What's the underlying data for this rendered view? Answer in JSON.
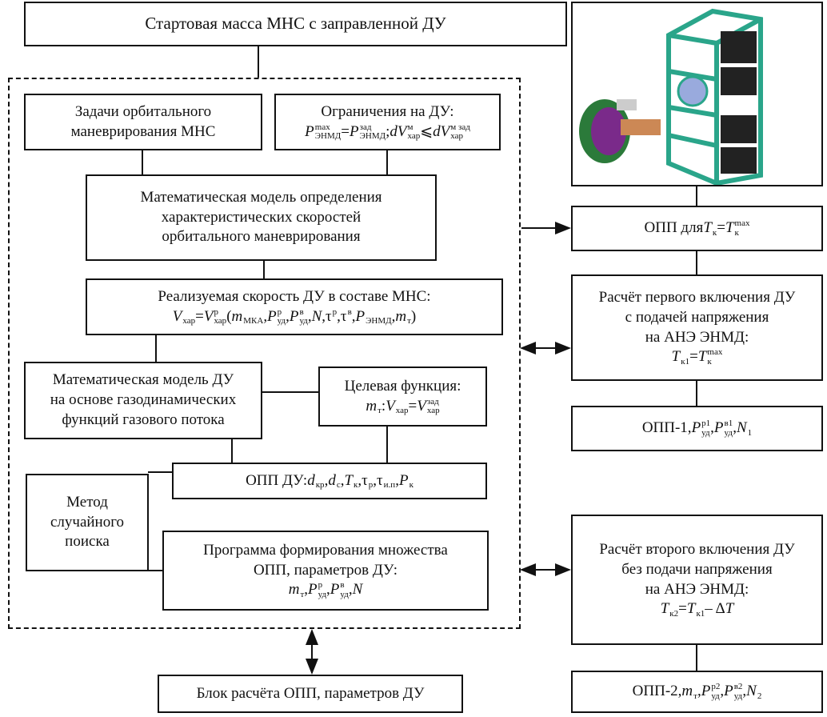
{
  "top_box": "Стартовая масса МНС с заправленной ДУ",
  "tasks_box": [
    "Задачи орбитального",
    "маневрирования МНС"
  ],
  "constraints_box": {
    "title": "Ограничения на ДУ:",
    "formula": [
      {
        "t": "P",
        "i": true,
        "sup": "max",
        "sub": "ЭНМД"
      },
      {
        "t": " = "
      },
      {
        "t": "P",
        "i": true,
        "sup": "зад",
        "sub": "ЭНМД"
      },
      {
        "t": "; "
      },
      {
        "t": "dV",
        "i": true,
        "sup": "м",
        "sub": "хар"
      },
      {
        "t": " ⩽ "
      },
      {
        "t": "dV",
        "i": true,
        "sup": "м зад",
        "sub": "хар"
      }
    ]
  },
  "math_model_box": [
    "Математическая модель определения",
    "характеристических скоростей",
    "орбитального маневрирования"
  ],
  "velocity_box": {
    "title": "Реализуемая скорость ДУ в составе МНС:",
    "formula": [
      {
        "t": "V",
        "i": true,
        "sub": "хар"
      },
      {
        "t": " = "
      },
      {
        "t": "V",
        "i": true,
        "sup": "р",
        "sub": "хар"
      },
      {
        "t": "("
      },
      {
        "t": "m",
        "i": true,
        "sub": "МКА"
      },
      {
        "t": ", "
      },
      {
        "t": "P",
        "i": true,
        "sup": "р",
        "sub": "уд"
      },
      {
        "t": ", "
      },
      {
        "t": "P",
        "i": true,
        "sup": "в",
        "sub": "уд"
      },
      {
        "t": ", "
      },
      {
        "t": "N",
        "i": true
      },
      {
        "t": ", "
      },
      {
        "t": "τ",
        "sup": "р"
      },
      {
        "t": ", "
      },
      {
        "t": "τ",
        "sup": "в"
      },
      {
        "t": ", "
      },
      {
        "t": "P",
        "i": true,
        "sub": "ЭНМД"
      },
      {
        "t": ", "
      },
      {
        "t": "m",
        "i": true,
        "sub": "т"
      },
      {
        "t": ")"
      }
    ]
  },
  "engine_model_box": [
    "Математическая модель ДУ",
    "на основе газодинамических",
    "функций газового потока"
  ],
  "objective_box": {
    "title": "Целевая функция:",
    "formula": [
      {
        "t": "m",
        "i": true,
        "sub": "т"
      },
      {
        "t": ": "
      },
      {
        "t": "V",
        "i": true,
        "sub": "хар"
      },
      {
        "t": " = "
      },
      {
        "t": "V",
        "i": true,
        "sup": "зад",
        "sub": "хар"
      }
    ]
  },
  "opp_du_box": {
    "formula": [
      {
        "t": "ОПП ДУ: "
      },
      {
        "t": "d",
        "i": true,
        "sub": "кр"
      },
      {
        "t": ", "
      },
      {
        "t": "d",
        "i": true,
        "sub": "с"
      },
      {
        "t": ", "
      },
      {
        "t": "T",
        "i": true,
        "sub": "к"
      },
      {
        "t": ", "
      },
      {
        "t": "τ",
        "sub": "р"
      },
      {
        "t": ", "
      },
      {
        "t": "τ",
        "sub": "и.п"
      },
      {
        "t": ", "
      },
      {
        "t": "P",
        "i": true,
        "sub": "к"
      }
    ]
  },
  "random_search_box": [
    "Метод",
    "случайного",
    "поиска"
  ],
  "program_box": {
    "lines": [
      "Программа формирования множества",
      "ОПП, параметров ДУ:"
    ],
    "formula": [
      {
        "t": "m",
        "i": true,
        "sub": "т"
      },
      {
        "t": ", "
      },
      {
        "t": "P",
        "i": true,
        "sup": "р",
        "sub": "уд"
      },
      {
        "t": ", "
      },
      {
        "t": "P",
        "i": true,
        "sup": "в",
        "sub": "уд"
      },
      {
        "t": ", "
      },
      {
        "t": "N",
        "i": true
      }
    ]
  },
  "calc_block_box": "Блок расчёта ОПП, параметров ДУ",
  "opp_tk_box": {
    "formula": [
      {
        "t": "ОПП для "
      },
      {
        "t": "T",
        "i": true,
        "sub": "к"
      },
      {
        "t": " = "
      },
      {
        "t": "T",
        "i": true,
        "sup": "max",
        "sub": "к"
      }
    ]
  },
  "first_burn_box": {
    "lines": [
      "Расчёт первого включения ДУ",
      "с подачей напряжения",
      "на АНЭ ЭНМД:"
    ],
    "formula": [
      {
        "t": "T",
        "i": true,
        "sub": "к1"
      },
      {
        "t": " = "
      },
      {
        "t": "T",
        "i": true,
        "sup": "max",
        "sub": "к"
      }
    ]
  },
  "opp1_box": {
    "formula": [
      {
        "t": "ОПП-1, "
      },
      {
        "t": "P",
        "i": true,
        "sup": "р1",
        "sub": "уд"
      },
      {
        "t": ", "
      },
      {
        "t": "P",
        "i": true,
        "sup": "в1",
        "sub": "уд"
      },
      {
        "t": ", "
      },
      {
        "t": "N",
        "i": true,
        "sub": "1"
      }
    ]
  },
  "second_burn_box": {
    "lines": [
      "Расчёт второго включения ДУ",
      "без подачи напряжения",
      "на АНЭ ЭНМД:"
    ],
    "formula": [
      {
        "t": "T",
        "i": true,
        "sub": "к2"
      },
      {
        "t": " = "
      },
      {
        "t": "T",
        "i": true,
        "sub": "к1"
      },
      {
        "t": " – Δ"
      },
      {
        "t": "T",
        "i": true
      }
    ]
  },
  "opp2_box": {
    "formula": [
      {
        "t": "ОПП-2, "
      },
      {
        "t": "m",
        "i": true,
        "sub": "т"
      },
      {
        "t": ", "
      },
      {
        "t": "P",
        "i": true,
        "sup": "р2",
        "sub": "уд"
      },
      {
        "t": ", "
      },
      {
        "t": "P",
        "i": true,
        "sup": "в2",
        "sub": "уд"
      },
      {
        "t": ", "
      },
      {
        "t": "N",
        "i": true,
        "sub": "2"
      }
    ]
  },
  "colors": {
    "frame_green": "#2aa58a",
    "panel_black": "#222222",
    "tank_purple": "#7a2a8a"
  }
}
